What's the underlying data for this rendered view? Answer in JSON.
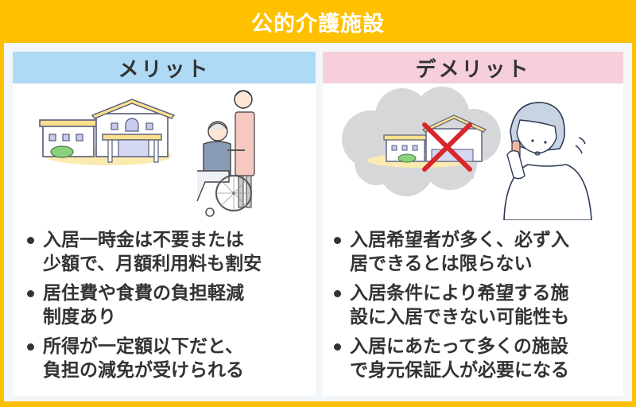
{
  "title": "公的介護施設",
  "colors": {
    "frame": "#FFC000",
    "panel": "#F3F7F9",
    "merit_header": "#AEDAF5",
    "demerit_header": "#F6CFDA",
    "text": "#333333",
    "cross": "#D9262B"
  },
  "merit": {
    "header": "メリット",
    "illustration": "care-facility-with-caregiver-and-wheelchair-user",
    "items": [
      {
        "lines": [
          "入居一時金は不要または",
          "少額で、月額利用料も割安"
        ]
      },
      {
        "lines": [
          "居住費や食費の負担軽減",
          "制度あり"
        ]
      },
      {
        "lines": [
          "所得が一定額以下だと、",
          "負担の減免が受けられる"
        ]
      }
    ]
  },
  "demerit": {
    "header": "デメリット",
    "illustration": "worried-woman-on-phone-with-crossed-out-facility",
    "items": [
      {
        "lines": [
          "入居希望者が多く、必ず入",
          "居できるとは限らない"
        ]
      },
      {
        "lines": [
          "入居条件により希望する施",
          "設に入居できない可能性も"
        ]
      },
      {
        "lines": [
          "入居にあたって多くの施設",
          "で身元保証人が必要になる"
        ]
      }
    ]
  }
}
